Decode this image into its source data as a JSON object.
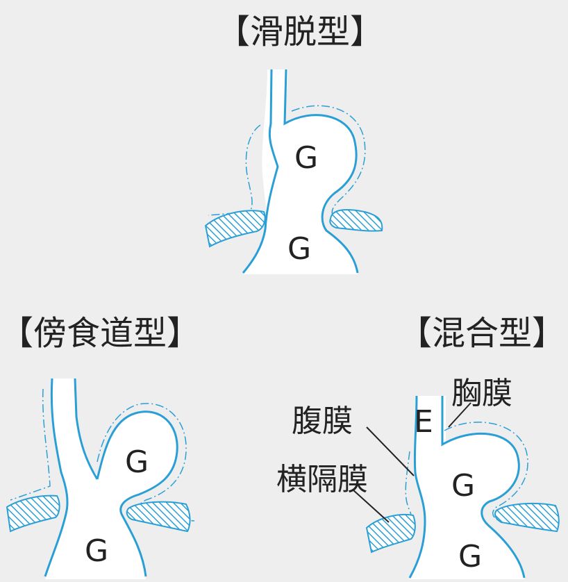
{
  "titles": {
    "sliding": "【滑脱型】",
    "paraesophageal": "【傍食道型】",
    "mixed": "【混合型】"
  },
  "labels": {
    "stomach": "G",
    "esophagus": "E",
    "pleura": "胸膜",
    "peritoneum": "腹膜",
    "diaphragm": "横隔膜"
  },
  "colors": {
    "background": "#eeeeee",
    "organ_outline": "#2a9fd6",
    "text": "#222222"
  }
}
